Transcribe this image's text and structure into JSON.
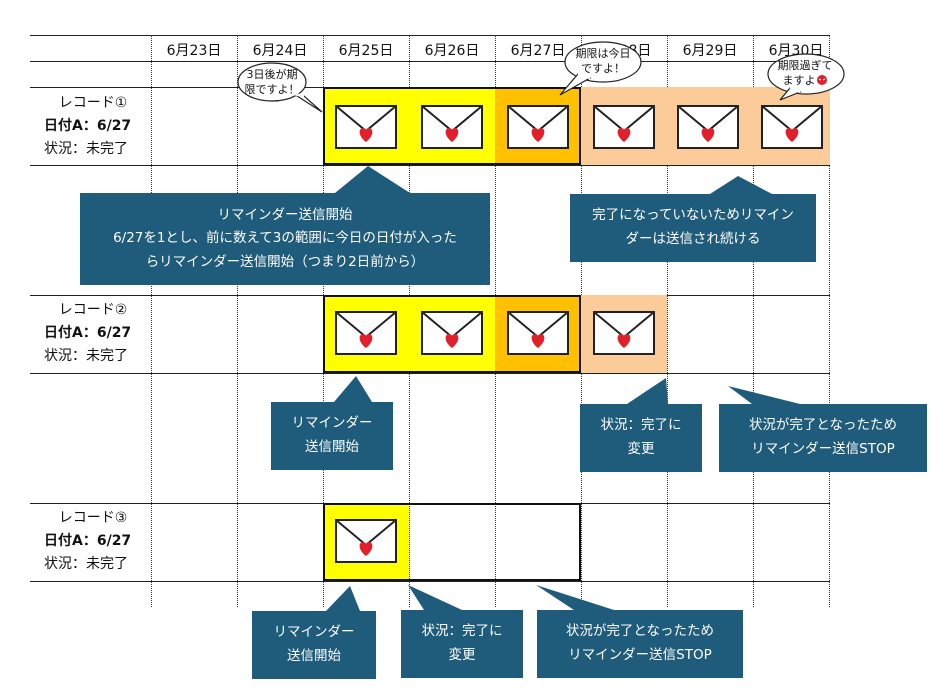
{
  "dates": [
    "6月23日",
    "6月24日",
    "6月25日",
    "6月26日",
    "6月27日",
    "6月28日",
    "6月29日",
    "6月30日"
  ],
  "records": [
    {
      "name": "レコード①",
      "date_a": "日付A：6/27",
      "status": "状況：未完了"
    },
    {
      "name": "レコード②",
      "date_a": "日付A：6/27",
      "status": "状況：未完了"
    },
    {
      "name": "レコード③",
      "date_a": "日付A：6/27",
      "status": "状況：未完了"
    }
  ],
  "bubbles": {
    "three_days": [
      "3日後が期",
      "限ですよ！"
    ],
    "today": [
      "期限は今日",
      "ですよ！"
    ],
    "overdue": [
      "期限過ぎて",
      "ますよ"
    ]
  },
  "callouts": {
    "r1_start": [
      "リマインダー送信開始",
      "6/27を1とし、前に数えて3の範囲に今日の日付が入った",
      "らリマインダー送信開始（つまり2日前から）"
    ],
    "r1_continue": [
      "完了になっていないためリマイン",
      "ダーは送信され続ける"
    ],
    "r2_start": [
      "リマインダー",
      "送信開始"
    ],
    "r2_changed": [
      "状況：完了に",
      "変更"
    ],
    "r2_stop": [
      "状況が完了となったため",
      "リマインダー送信STOP"
    ],
    "r3_start": [
      "リマインダー",
      "送信開始"
    ],
    "r3_changed": [
      "状況：完了に",
      "変更"
    ],
    "r3_stop": [
      "状況が完了となったため",
      "リマインダー送信STOP"
    ]
  },
  "icons": {
    "envelope": "envelope-heart-icon",
    "overdue_face": "angry-face-icon"
  },
  "colors": {
    "yellow": "#ffff00",
    "orange": "#ffc000",
    "peach": "#fbcb9a",
    "callout": "#1f5b7a",
    "heart": "#e0202a"
  }
}
